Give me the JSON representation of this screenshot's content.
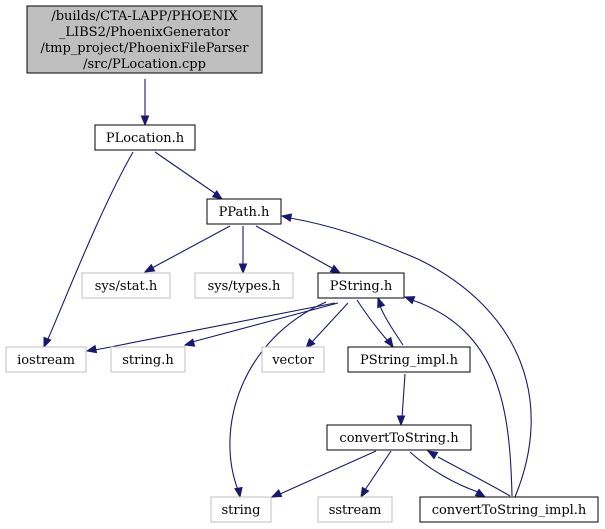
{
  "diagram": {
    "nodes": [
      {
        "id": "root",
        "lines": [
          "/builds/CTA-LAPP/PHOENIX",
          "_LIBS2/PhoenixGenerator",
          "/tmp_project/PhoenixFileParser",
          "/src/PLocation.cpp"
        ],
        "kind": "root"
      },
      {
        "id": "plocation_h",
        "lines": [
          "PLocation.h"
        ],
        "kind": "file"
      },
      {
        "id": "ppath_h",
        "lines": [
          "PPath.h"
        ],
        "kind": "file"
      },
      {
        "id": "sys_stat_h",
        "lines": [
          "sys/stat.h"
        ],
        "kind": "external"
      },
      {
        "id": "sys_types_h",
        "lines": [
          "sys/types.h"
        ],
        "kind": "external"
      },
      {
        "id": "pstring_h",
        "lines": [
          "PString.h"
        ],
        "kind": "file"
      },
      {
        "id": "iostream",
        "lines": [
          "iostream"
        ],
        "kind": "external"
      },
      {
        "id": "string_h",
        "lines": [
          "string.h"
        ],
        "kind": "external"
      },
      {
        "id": "vector",
        "lines": [
          "vector"
        ],
        "kind": "external"
      },
      {
        "id": "pstring_impl_h",
        "lines": [
          "PString_impl.h"
        ],
        "kind": "file"
      },
      {
        "id": "converttostring_h",
        "lines": [
          "convertToString.h"
        ],
        "kind": "file"
      },
      {
        "id": "string",
        "lines": [
          "string"
        ],
        "kind": "external"
      },
      {
        "id": "sstream",
        "lines": [
          "sstream"
        ],
        "kind": "external"
      },
      {
        "id": "converttostring_impl_h",
        "lines": [
          "convertToString_impl.h"
        ],
        "kind": "file"
      }
    ],
    "edges": [
      {
        "from": "root",
        "to": "plocation_h"
      },
      {
        "from": "plocation_h",
        "to": "ppath_h"
      },
      {
        "from": "plocation_h",
        "to": "iostream"
      },
      {
        "from": "ppath_h",
        "to": "sys_stat_h"
      },
      {
        "from": "ppath_h",
        "to": "sys_types_h"
      },
      {
        "from": "ppath_h",
        "to": "pstring_h"
      },
      {
        "from": "pstring_h",
        "to": "iostream"
      },
      {
        "from": "pstring_h",
        "to": "string_h"
      },
      {
        "from": "pstring_h",
        "to": "vector"
      },
      {
        "from": "pstring_h",
        "to": "string"
      },
      {
        "from": "pstring_h",
        "to": "pstring_impl_h"
      },
      {
        "from": "pstring_impl_h",
        "to": "pstring_h"
      },
      {
        "from": "pstring_impl_h",
        "to": "converttostring_h"
      },
      {
        "from": "converttostring_h",
        "to": "string"
      },
      {
        "from": "converttostring_h",
        "to": "sstream"
      },
      {
        "from": "converttostring_h",
        "to": "converttostring_impl_h"
      },
      {
        "from": "converttostring_impl_h",
        "to": "converttostring_h"
      },
      {
        "from": "converttostring_impl_h",
        "to": "pstring_h"
      },
      {
        "from": "converttostring_impl_h",
        "to": "ppath_h"
      }
    ],
    "colors": {
      "edge": "#191970",
      "root_fill": "#bfbfbf",
      "file_border": "#000000",
      "external_border": "#bfbfbf",
      "text": "#000000"
    }
  }
}
